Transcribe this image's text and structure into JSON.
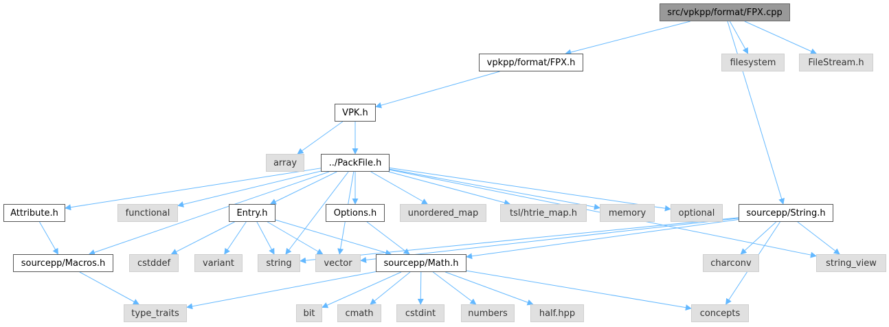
{
  "graph": {
    "colors": {
      "edge": "#63b8ff",
      "root_fill": "#999999",
      "file_fill": "#ffffff",
      "system_fill": "#e0e0e0"
    },
    "nodes": {
      "root": "src/vpkpp/format/FPX.cpp",
      "fpx_h": "vpkpp/format/FPX.h",
      "filesystem": "filesystem",
      "filestream_h": "FileStream.h",
      "vpk_h": "VPK.h",
      "array": "array",
      "packfile_h": "../PackFile.h",
      "attribute_h": "Attribute.h",
      "functional": "functional",
      "entry_h": "Entry.h",
      "options_h": "Options.h",
      "unordered_map": "unordered_map",
      "htrie_map_h": "tsl/htrie_map.h",
      "memory": "memory",
      "optional": "optional",
      "string_h": "sourcepp/String.h",
      "macros_h": "sourcepp/Macros.h",
      "cstddef": "cstddef",
      "variant": "variant",
      "string": "string",
      "vector": "vector",
      "math_h": "sourcepp/Math.h",
      "charconv": "charconv",
      "string_view": "string_view",
      "type_traits": "type_traits",
      "bit": "bit",
      "cmath": "cmath",
      "cstdint": "cstdint",
      "numbers": "numbers",
      "half_hpp": "half.hpp",
      "concepts": "concepts"
    },
    "edges": [
      [
        "root",
        "fpx_h"
      ],
      [
        "root",
        "filesystem"
      ],
      [
        "root",
        "filestream_h"
      ],
      [
        "root",
        "string_h"
      ],
      [
        "fpx_h",
        "vpk_h"
      ],
      [
        "vpk_h",
        "array"
      ],
      [
        "vpk_h",
        "packfile_h"
      ],
      [
        "packfile_h",
        "attribute_h"
      ],
      [
        "packfile_h",
        "functional"
      ],
      [
        "packfile_h",
        "entry_h"
      ],
      [
        "packfile_h",
        "options_h"
      ],
      [
        "packfile_h",
        "unordered_map"
      ],
      [
        "packfile_h",
        "htrie_map_h"
      ],
      [
        "packfile_h",
        "memory"
      ],
      [
        "packfile_h",
        "optional"
      ],
      [
        "packfile_h",
        "macros_h"
      ],
      [
        "packfile_h",
        "string"
      ],
      [
        "packfile_h",
        "vector"
      ],
      [
        "packfile_h",
        "string_view"
      ],
      [
        "attribute_h",
        "macros_h"
      ],
      [
        "entry_h",
        "cstddef"
      ],
      [
        "entry_h",
        "variant"
      ],
      [
        "entry_h",
        "string"
      ],
      [
        "entry_h",
        "vector"
      ],
      [
        "entry_h",
        "math_h"
      ],
      [
        "options_h",
        "math_h"
      ],
      [
        "string_h",
        "string"
      ],
      [
        "string_h",
        "vector"
      ],
      [
        "string_h",
        "math_h"
      ],
      [
        "string_h",
        "charconv"
      ],
      [
        "string_h",
        "string_view"
      ],
      [
        "string_h",
        "concepts"
      ],
      [
        "macros_h",
        "type_traits"
      ],
      [
        "math_h",
        "type_traits"
      ],
      [
        "math_h",
        "bit"
      ],
      [
        "math_h",
        "cmath"
      ],
      [
        "math_h",
        "cstdint"
      ],
      [
        "math_h",
        "numbers"
      ],
      [
        "math_h",
        "half_hpp"
      ],
      [
        "math_h",
        "concepts"
      ]
    ]
  }
}
